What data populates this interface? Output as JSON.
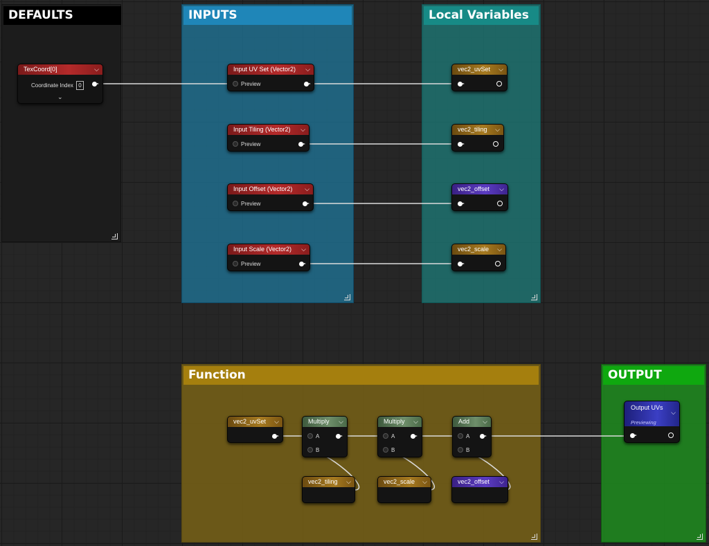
{
  "comments": {
    "defaults": "DEFAULTS",
    "inputs": "INPUTS",
    "local_variables": "Local Variables",
    "function": "Function",
    "output": "OUTPUT"
  },
  "texcoord": {
    "title": "TexCoord[0]",
    "coordinate_index_label": "Coordinate Index",
    "coordinate_index_value": "0"
  },
  "inputs": [
    {
      "title": "Input UV Set (Vector2)",
      "preview_label": "Preview"
    },
    {
      "title": "Input Tiling (Vector2)",
      "preview_label": "Preview"
    },
    {
      "title": "Input Offset (Vector2)",
      "preview_label": "Preview"
    },
    {
      "title": "Input Scale (Vector2)",
      "preview_label": "Preview"
    }
  ],
  "local_vars": [
    "vec2_uvSet",
    "vec2_tiling",
    "vec2_offset",
    "vec2_scale"
  ],
  "function": {
    "get_uvset": "vec2_uvSet",
    "multiply1": {
      "title": "Multiply",
      "a": "A",
      "b": "B"
    },
    "multiply2": {
      "title": "Multiply",
      "a": "A",
      "b": "B"
    },
    "add": {
      "title": "Add",
      "a": "A",
      "b": "B"
    },
    "get_tiling": "vec2_tiling",
    "get_scale": "vec2_scale",
    "get_offset": "vec2_offset"
  },
  "output": {
    "title": "Output UVs",
    "subtitle": "Previewing"
  },
  "icons": {
    "dropdown": "chevron-down-icon",
    "resize": "resize-grip-icon",
    "pin": "exec-pin-icon"
  },
  "colors": {
    "defaults_bg": "#1d1d1d",
    "inputs_bg": "#1f6f96",
    "locals_bg": "#1e7474",
    "function_bg": "#7a6418",
    "output_bg": "#1e8a1e"
  }
}
